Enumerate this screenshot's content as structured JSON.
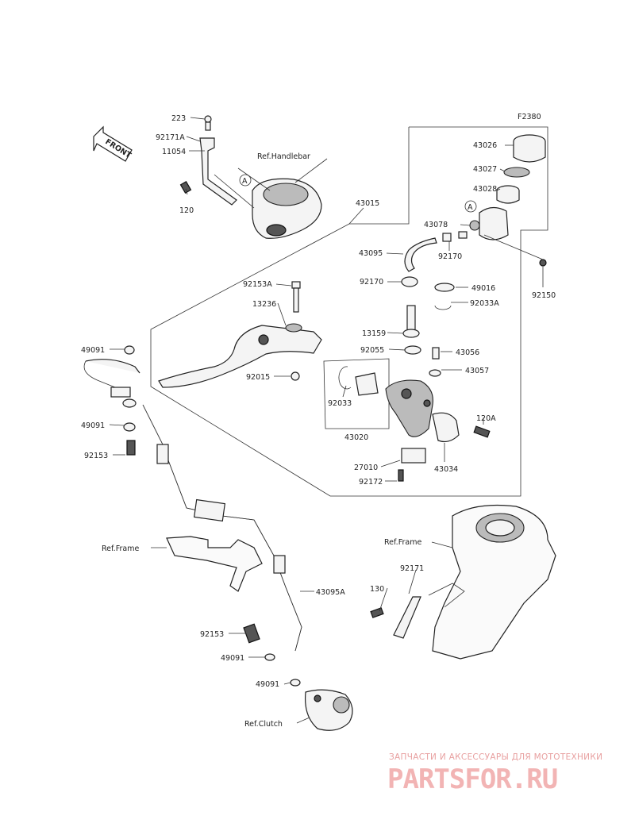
{
  "figure_code": "F2380",
  "front_label": "FRONT",
  "refs": {
    "handlebar": "Ref.Handlebar",
    "frame_1": "Ref.Frame",
    "frame_2": "Ref.Frame",
    "clutch": "Ref.Clutch"
  },
  "callout_a": "A",
  "parts": {
    "p223": "223",
    "p92171A": "92171A",
    "p11054": "11054",
    "p120": "120",
    "p43015": "43015",
    "p43026": "43026",
    "p43027": "43027",
    "p43028": "43028",
    "p43078": "43078",
    "p43095": "43095",
    "p92170a": "92170",
    "p92150": "92150",
    "p92153A": "92153A",
    "p92170b": "92170",
    "p49016": "49016",
    "p92033A": "92033A",
    "p13236": "13236",
    "p13159": "13159",
    "p92055": "92055",
    "p43056": "43056",
    "p43057": "43057",
    "p92015": "92015",
    "p92033": "92033",
    "p43020": "43020",
    "p120A": "120A",
    "p27010": "27010",
    "p43034": "43034",
    "p92172": "92172",
    "p49091a": "49091",
    "p49091b": "49091",
    "p92153a": "92153",
    "p43095A": "43095A",
    "p130": "130",
    "p92171": "92171",
    "p92153b": "92153",
    "p49091c": "49091",
    "p49091d": "49091"
  },
  "watermark": {
    "tagline": "ЗАПЧАСТИ И АКСЕССУАРЫ ДЛЯ МОТОТЕХНИКИ",
    "brand": "PARTSFOR.RU"
  },
  "colors": {
    "ink": "#222222",
    "watermark": "#f2b4b4"
  }
}
